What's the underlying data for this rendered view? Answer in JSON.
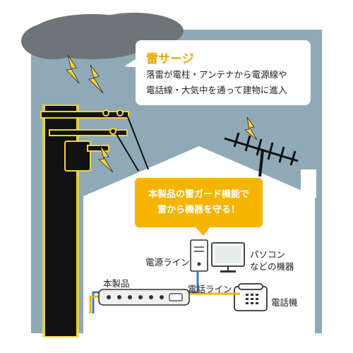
{
  "callout": {
    "title": "雷サージ",
    "lines": [
      "落雷が電柱・アンテナから電源線や",
      "電話線・大気中を通って建物に進入"
    ]
  },
  "guard_box": {
    "lines": [
      "本製品の雷ガード機能で",
      "雷から機器を守る！"
    ]
  },
  "labels": {
    "power_line": "電源ライン",
    "pc_line1": "パソコン",
    "pc_line2": "などの機器",
    "product": "本製品",
    "phone_line": "電話ライン",
    "phone": "電話機"
  },
  "colors": {
    "sky": "#8fa9b7",
    "cloud": "#6e7478",
    "lightning": "#f5d33a",
    "pole": "#111111",
    "power_wire": "#3a7bc8",
    "phone_wire": "#f4b400",
    "guard_fill": "#f4b400",
    "title_text": "#e6a800"
  }
}
